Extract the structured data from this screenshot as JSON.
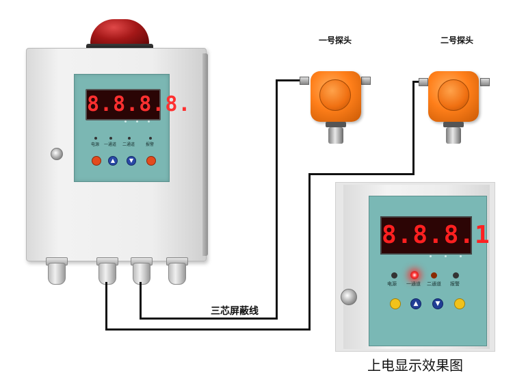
{
  "controller": {
    "display_digits": "8.8.8.8.",
    "indicator_labels": [
      "电源",
      "一通道",
      "二通道",
      "报警"
    ],
    "buttons": [
      {
        "icon": "power-button-icon",
        "color": "#e34b1e"
      },
      {
        "icon": "up-arrow-icon",
        "glyph": "▲"
      },
      {
        "icon": "down-arrow-icon",
        "glyph": "▼"
      },
      {
        "icon": "confirm-button-icon",
        "color": "#e34b1e"
      }
    ],
    "beacon_color": "#a41818",
    "panel_color": "#7bb7b3"
  },
  "detectors": [
    {
      "label": "一号探头"
    },
    {
      "label": "二号探头"
    }
  ],
  "wire_label": "三芯屏蔽线",
  "inset": {
    "display_digits": "8.8.8.1",
    "indicator_labels": [
      "电源",
      "一通道",
      "二通道",
      "报警"
    ],
    "active_led_color": "#ff2a2a",
    "caption": "上电显示效果图"
  },
  "accent": {
    "detector_orange": "#ff7f1a",
    "led_red": "#ff2020"
  }
}
